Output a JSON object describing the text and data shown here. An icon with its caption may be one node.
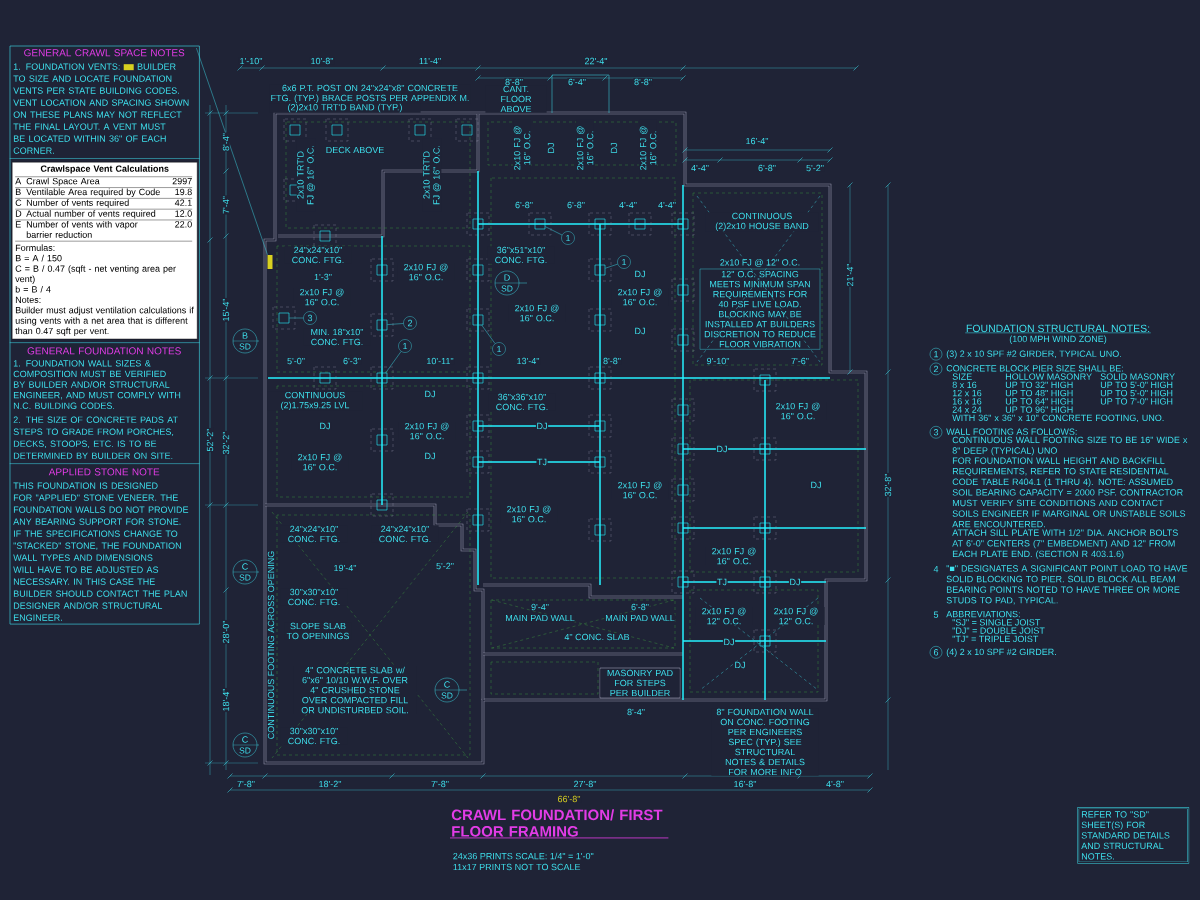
{
  "diagram": {
    "title": "CRAWL FOUNDATION/ FIRST FLOOR FRAMING",
    "nodes": [
      {
        "text": [],
        "shape": "box"
      },
      {
        "text": [
          "GENERAL CRAWL SPACE NOTES",
          "1. FOUNDATION VENTS:",
          "BUILDER TO SIZE AND LOCATE FOUNDATION VENTS PER STATE BUILDING CODES. VENT LOCATION AND SPACING SHOWN ON THESE PLANS MAY NOT REFLECT THE FINAL LAYOUT. A VENT MUST BE LOCATED WITHIN 36\" OF EACH CORNER."
        ],
        "in": 0
      },
      {
        "text": [
          "Crawlspace Vent Calculations"
        ],
        "in": 0
      },
      {
        "text": [
          "GENERAL FOUNDATION NOTES",
          "1. FOUNDATION WALL SIZES & COMPOSITION MUST BE VERIFIED BY BUILDER AND/OR STRUCTURAL ENGINEER, AND MUST COMPLY WITH N.C. BUILDING CODES.",
          "2. THE SIZE OF CONCRETE PADS AT STEPS TO GRADE FROM PORCHES, DECKS, STOOPS, ETC. IS TO BE DETERMINED BY BUILDER ON SITE."
        ],
        "in": 0
      },
      {
        "text": [
          "APPLIED STONE NOTE",
          "THIS FOUNDATION IS DESIGNED FOR \"APPLIED\" STONE VENEER. THE FOUNDATION WALLS DO NOT PROVIDE ANY BEARING SUPPORT FOR STONE. IF THE SPECIFICATIONS CHANGE TO \"STACKED\" STONE, THE FOUNDATION WALL TYPES AND DIMENSIONS WILL HAVE TO BE ADJUSTED AS NECESSARY. IN THIS CASE THE BUILDER SHOULD CONTACT THE PLAN DESIGNER AND/OR STRUCTURAL ENGINEER."
        ],
        "in": 0
      },
      {
        "text": [],
        "shape": "box"
      },
      {
        "text": [
          "FOUNDATION STRUCTURAL NOTES:",
          "(100 MPH WIND ZONE)",
          "1",
          "(3) 2 x 10 SPF #2 GIRDER, TYPICAL UNO.",
          "2",
          "CONCRETE BLOCK PIER SIZE SHALL BE:",
          "SIZE",
          "HOLLOW MASONRY",
          "SOLID MASONRY",
          "8 x 16",
          "UP TO 32\" HIGH",
          "UP TO 5'-0\" HIGH",
          "12 x 16",
          "UP TO 48\" HIGH",
          "UP TO 5'-0\" HIGH",
          "16 x 16",
          "UP TO 64\" HIGH",
          "UP TO 7'-0\" HIGH",
          "24 x 24",
          "UP TO 96\" HIGH",
          "WITH 36\" x 36\" x 10\" CONCRETE FOOTING, UNO.",
          "3",
          "WALL FOOTING AS FOLLOWS:",
          "CONTINUOUS WALL FOOTING SIZE TO BE 16\" WIDE x 8\" DEEP (TYPICAL) UNO",
          "FOR FOUNDATION WALL HEIGHT AND BACKFILL REQUIREMENTS, REFER TO STATE RESIDENTIAL CODE TABLE R404.1 (1 THRU 4). NOTE: ASSUMED SOIL BEARING CAPACITY = 2000 PSF. CONTRACTOR MUST VERIFY SITE CONDITIONS AND CONTACT SOILS ENGINEER IF MARGINAL OR UNSTABLE SOILS ARE ENCOUNTERED.",
          "ATTACH SILL PLATE WITH 1/2\" DIA. ANCHOR BOLTS AT 6'-0\" CENTERS (7\" EMBEDMENT) AND 12\" FROM EACH PLATE END. (SECTION R 403.1.6)",
          "4",
          "\"■\" DESIGNATES A SIGNIFICANT POINT LOAD TO HAVE SOLID BLOCKING TO PIER. SOLID BLOCK ALL BEAM BEARING POINTS NOTED TO HAVE THREE OR MORE STUDS TO PAD, TYPICAL.",
          "5",
          "ABBREVIATIONS:",
          "\"SJ\" = SINGLE JOIST",
          "\"DJ\" = DOUBLE JOIST",
          "\"TJ\" = TRIPLE JOIST",
          "6",
          "(4) 2 x 10 SPF #2 GIRDER."
        ]
      },
      {
        "text": [
          "REFER TO \"SD\" SHEET(S) FOR STANDARD DETAILS AND STRUCTURAL NOTES."
        ]
      },
      {
        "text": [
          "2x10 FJ @ 12\" O.C.",
          "12\" O.C. SPACING MEETS MINIMUM SPAN REQUIREMENTS FOR 40 PSF LIVE LOAD. BLOCKING MAY BE INSTALLED AT BUILDERS DISCRETION TO REDUCE FLOOR VIBRATION"
        ]
      },
      {
        "text": [
          "B",
          "SD"
        ]
      },
      {
        "text": [
          "D",
          "SD"
        ]
      },
      {
        "text": [
          "C",
          "SD"
        ]
      },
      {
        "text": [
          "C",
          "SD"
        ]
      },
      {
        "text": [
          "C",
          "SD"
        ]
      },
      {
        "text": [
          "1"
        ]
      },
      {
        "text": [
          "1"
        ]
      },
      {
        "text": [
          "3"
        ]
      },
      {
        "text": [
          "2"
        ]
      },
      {
        "text": [
          "1"
        ]
      },
      {
        "text": [
          "1"
        ]
      },
      {
        "text": [],
        "shape": "box"
      },
      {
        "text": [],
        "shape": "box"
      },
      {
        "text": [],
        "shape": "box"
      },
      {
        "text": [],
        "shape": "box"
      },
      {
        "text": [],
        "shape": "box"
      },
      {
        "text": [],
        "shape": "box"
      }
    ],
    "edges": [
      {
        "from": 1,
        "to": 5,
        "arrow": "none"
      },
      {
        "from": 14,
        "to": 20,
        "arrow": "none"
      },
      {
        "from": 15,
        "to": 21,
        "arrow": "none"
      },
      {
        "from": 16,
        "to": 22,
        "arrow": "none"
      },
      {
        "from": 17,
        "to": 24,
        "arrow": "none"
      },
      {
        "from": 18,
        "to": 25,
        "arrow": "none"
      },
      {
        "from": 19,
        "to": 23,
        "arrow": "none"
      }
    ],
    "labels": [
      "A",
      "Crawl Space Area",
      "2997",
      "B",
      "Ventilable Area required by Code",
      "19.8",
      "C",
      "Number of vents required",
      "42.1",
      "D",
      "Actual number of vents required",
      "12.0",
      "E",
      "Number of vents with vapor barrier reduction",
      "22.0",
      "Formulas:",
      "B = A / 150",
      "C = B / 0.47 (sqft - net venting area per vent)",
      "b = B / 4",
      "Notes:",
      "Builder must adjust ventilation calculations if using vents with a net area that is different than 0.47 sqft per vent.",
      "24x36 PRINTS SCALE: 1/4\" = 1'-0\"",
      "11x17 PRINTS NOT TO SCALE",
      "1'-10\"",
      "10'-8\"",
      "11'-4\"",
      "22'-4\"",
      "8'-8\"",
      "6'-4\"",
      "8'-8\"",
      "16'-4\"",
      "4'-4\"",
      "6'-8\"",
      "5'-2\"",
      "6x6 P.T. POST ON 24\"x24\"x8\" CONCRETE FTG. (TYP.) BRACE POSTS PER APPENDIX M.",
      "(2)2x10 TRT'D BAND (TYP.)",
      "DECK ABOVE",
      "CANT. FLOOR ABOVE",
      "2x10 TRT'D FJ @ 16\" O.C.",
      "2x10 TRT'D FJ @ 16\" O.C.",
      "2x10 FJ @ 16\" O.C.",
      "DJ",
      "2x10 FJ @ 16\" O.C.",
      "DJ",
      "2x10 FJ @ 16\" O.C.",
      "6'-8\"",
      "6'-8\"",
      "4'-4\"",
      "4'-4\"",
      "CONTINUOUS (2)2x10 HOUSE BAND",
      "24\"x24\"x10\" CONC. FTG.",
      "2x10 FJ @ 16\" O.C.",
      "36\"x51\"x10\" CONC. FTG.",
      "2x10 FJ @ 16\" O.C.",
      "1'-3\"",
      "2x10 FJ @ 16\" O.C.",
      "DJ",
      "2x10 FJ @ 16\" O.C.",
      "DJ",
      "MIN. 18\"x10\" CONC. FTG.",
      "5'-0\"",
      "6'-3\"",
      "10'-11\"",
      "13'-4\"",
      "8'-8\"",
      "9'-10\"",
      "7'-6\"",
      "CONTINUOUS (2)1.75x9.25 LVL",
      "36\"x36\"x10\" CONC. FTG.",
      "DJ",
      "DJ",
      "2x10 FJ @ 16\" O.C.",
      "DJ",
      "DJ",
      "2x10 FJ @ 16\" O.C.",
      "TJ",
      "2x10 FJ @ 16\" O.C.",
      "2x10 FJ @ 16\" O.C.",
      "DJ",
      "2x10 FJ @ 16\" O.C.",
      "DJ",
      "2x10 FJ @ 16\" O.C.",
      "TJ",
      "DJ",
      "2x10 FJ @ 12\" O.C.",
      "2x10 FJ @ 12\" O.C.",
      "DJ",
      "DJ",
      "24\"x24\"x10\" CONC. FTG.",
      "24\"x24\"x10\" CONC. FTG.",
      "19'-4\"",
      "5'-2\"",
      "30\"x30\"x10\" CONC. FTG.",
      "SLOPE SLAB TO OPENINGS",
      "4\" CONCRETE SLAB w/ 6\"x6\" 10/10 W.W.F. OVER 4\" CRUSHED STONE OVER COMPACTED FILL OR UNDISTURBED SOIL.",
      "30\"x30\"x10\" CONC. FTG.",
      "CONTINUOUS FOOTING ACROSS OPENING",
      "9'-4\"",
      "MAIN PAD WALL",
      "6'-8\"",
      "MAIN PAD WALL",
      "4\" CONC. SLAB",
      "MASONRY PAD FOR STEPS PER BUILDER",
      "8'-4\"",
      "8\" FOUNDATION WALL ON CONC. FOOTING PER ENGINEERS SPEC (TYP.) SEE STRUCTURAL NOTES & DETAILS FOR MORE INFO",
      "7'-8\"",
      "18'-2\"",
      "7'-8\"",
      "27'-8\"",
      "16'-8\"",
      "4'-8\"",
      "66'-8\"",
      "52'-2\"",
      "8'-4\"",
      "7'-4\"",
      "15'-4\"",
      "21'-4\"",
      "32'-8\"",
      "32'-2\"",
      "28'-0\"",
      "18'-4\""
    ]
  }
}
